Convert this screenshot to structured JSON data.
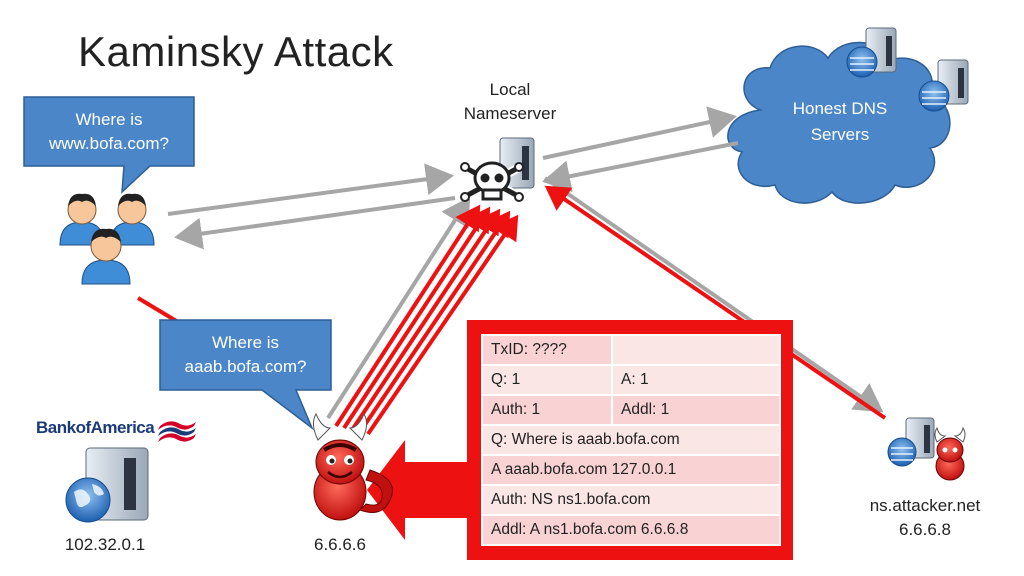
{
  "title": "Kaminsky Attack",
  "local_nameserver": {
    "line1": "Local",
    "line2": "Nameserver"
  },
  "honest_dns": {
    "line1": "Honest DNS",
    "line2": "Servers"
  },
  "user_bubble": {
    "line1": "Where is",
    "line2": "www.bofa.com?"
  },
  "attacker_bubble": {
    "line1": "Where is",
    "line2": "aaab.bofa.com?"
  },
  "bank": {
    "logo_text": "BankofAmerica",
    "ip": "102.32.0.1"
  },
  "attacker": {
    "ip": "6.6.6.6"
  },
  "attacker_ns": {
    "name": "ns.attacker.net",
    "ip": "6.6.6.8"
  },
  "packet": {
    "rows": [
      [
        "TxID: ????",
        ""
      ],
      [
        "Q: 1",
        "A: 1"
      ],
      [
        "Auth: 1",
        "Addl: 1"
      ],
      [
        "Q: Where is aaab.bofa.com"
      ],
      [
        "A aaab.bofa.com 127.0.0.1"
      ],
      [
        "Auth: NS ns1.bofa.com"
      ],
      [
        "Addl: A ns1.bofa.com 6.6.6.8"
      ]
    ]
  },
  "colors": {
    "bubble": "#4a86c8",
    "cloud": "#4a86c8",
    "attack": "#ee1111",
    "normal_arrow": "#a6a6a6"
  },
  "icons": [
    "users-icon",
    "server-skull-icon",
    "server-icon",
    "globe-server-icon",
    "devil-icon"
  ]
}
